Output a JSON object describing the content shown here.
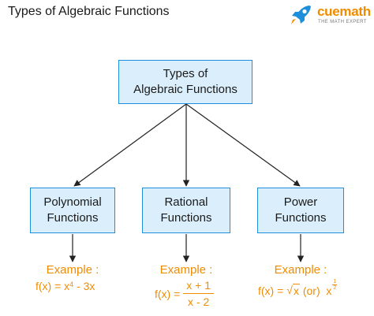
{
  "header": {
    "title": "Types of Algebraic Functions"
  },
  "logo": {
    "name": "cuemath",
    "tagline": "THE MATH EXPERT",
    "icon": "rocket-icon"
  },
  "diagram": {
    "root": {
      "line1": "Types of",
      "line2": "Algebraic Functions"
    },
    "children": [
      {
        "line1": "Polynomial",
        "line2": "Functions",
        "example_label": "Example :",
        "formula": {
          "lhs": "f(x) = x",
          "exponent": "4",
          "rest": " - 3x"
        }
      },
      {
        "line1": "Rational",
        "line2": "Functions",
        "example_label": "Example :",
        "formula": {
          "lhs": "f(x) =",
          "numerator": "x + 1",
          "denominator": "x - 2"
        }
      },
      {
        "line1": "Power",
        "line2": "Functions",
        "example_label": "Example :",
        "formula": {
          "lhs": "f(x) =",
          "radicand": "x",
          "middle": " (or)  x",
          "exp_num": "1",
          "exp_den": "2"
        }
      }
    ]
  },
  "colors": {
    "box_fill": "#dbeefc",
    "box_border": "#1f8fdc",
    "example_text": "#f08c00",
    "connector": "#222222",
    "brand": "#f08c00",
    "rocket": "#1f8fdc"
  }
}
